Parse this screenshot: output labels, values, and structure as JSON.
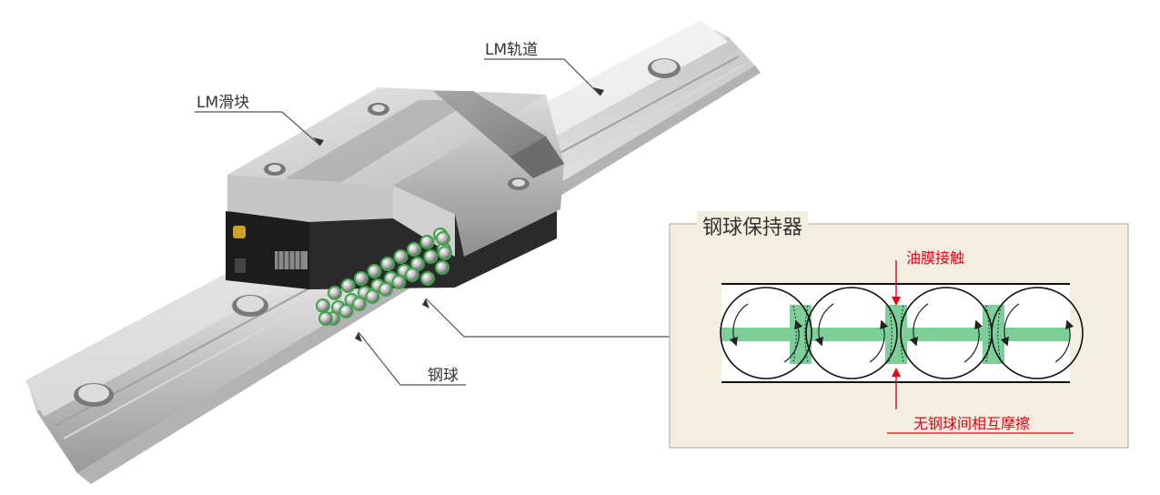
{
  "labels": {
    "rail": "LM轨道",
    "block": "LM滑块",
    "ball": "钢球"
  },
  "inset": {
    "title": "钢球保持器",
    "top_note": "油膜接触",
    "bottom_note": "无钢球间相互摩擦"
  },
  "colors": {
    "accent_red": "#e60012",
    "retainer_green": "#7dcf9a",
    "inset_bg": "#f2efe1",
    "ball_green": "#3fa34d"
  }
}
